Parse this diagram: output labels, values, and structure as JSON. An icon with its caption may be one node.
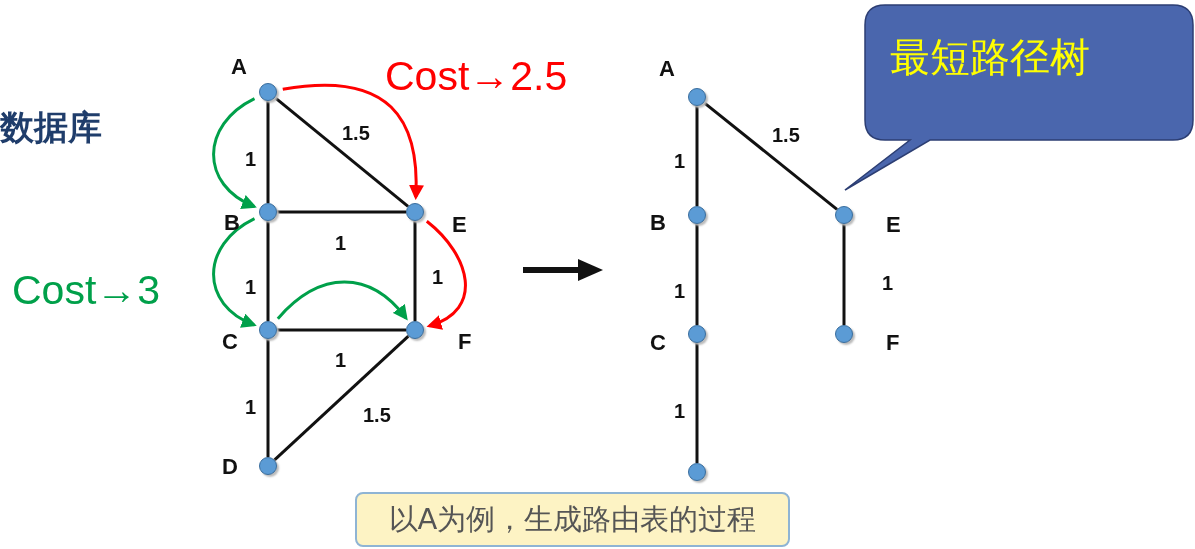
{
  "diagram": {
    "nodes": [
      {
        "text": [],
        "shape": "circle",
        "beside": [
          "A"
        ]
      },
      {
        "text": [],
        "shape": "circle",
        "beside": [
          "B"
        ]
      },
      {
        "text": [],
        "shape": "circle",
        "beside": [
          "C"
        ]
      },
      {
        "text": [],
        "shape": "circle",
        "beside": [
          "D"
        ]
      },
      {
        "text": [],
        "shape": "circle",
        "beside": [
          "E"
        ]
      },
      {
        "text": [],
        "shape": "circle",
        "beside": [
          "F"
        ]
      },
      {
        "text": [],
        "shape": "circle",
        "beside": [
          "A"
        ]
      },
      {
        "text": [],
        "shape": "circle",
        "beside": [
          "B"
        ]
      },
      {
        "text": [],
        "shape": "circle",
        "beside": [
          "C"
        ]
      },
      {
        "text": [],
        "shape": "circle"
      },
      {
        "text": [],
        "shape": "circle",
        "beside": [
          "E"
        ]
      },
      {
        "text": [],
        "shape": "circle",
        "beside": [
          "F"
        ]
      },
      {
        "text": [
          "最短路径树"
        ]
      },
      {
        "text": [
          "以A为例，生成路由表的过程"
        ]
      }
    ],
    "edges": [
      {
        "from": 0,
        "to": 1,
        "arrow": "none",
        "label": "1"
      },
      {
        "from": 0,
        "to": 4,
        "arrow": "none",
        "label": "1.5"
      },
      {
        "from": 1,
        "to": 4,
        "arrow": "none",
        "label": "1"
      },
      {
        "from": 1,
        "to": 2,
        "arrow": "none",
        "label": "1"
      },
      {
        "from": 4,
        "to": 5,
        "arrow": "none",
        "label": "1"
      },
      {
        "from": 2,
        "to": 5,
        "arrow": "none",
        "label": "1"
      },
      {
        "from": 2,
        "to": 3,
        "arrow": "none",
        "label": "1"
      },
      {
        "from": 3,
        "to": 5,
        "arrow": "none",
        "label": "1.5"
      },
      {
        "from": 0,
        "to": 1,
        "arrow": "to",
        "color": "#00a04a"
      },
      {
        "from": 1,
        "to": 2,
        "arrow": "to",
        "color": "#00a04a"
      },
      {
        "from": 2,
        "to": 5,
        "arrow": "to",
        "color": "#00a04a"
      },
      {
        "from": 0,
        "to": 4,
        "arrow": "to",
        "color": "#ff0000"
      },
      {
        "from": 4,
        "to": 5,
        "arrow": "to",
        "color": "#ff0000"
      },
      {
        "from": 6,
        "to": 7,
        "arrow": "none",
        "label": "1"
      },
      {
        "from": 6,
        "to": 10,
        "arrow": "none",
        "label": "1.5"
      },
      {
        "from": 7,
        "to": 8,
        "arrow": "none",
        "label": "1"
      },
      {
        "from": 8,
        "to": 9,
        "arrow": "none",
        "label": "1"
      },
      {
        "from": 10,
        "to": 11,
        "arrow": "none",
        "label": "1"
      }
    ],
    "labels": [
      "Cost→2.5",
      "数据库",
      "Cost→3"
    ]
  }
}
